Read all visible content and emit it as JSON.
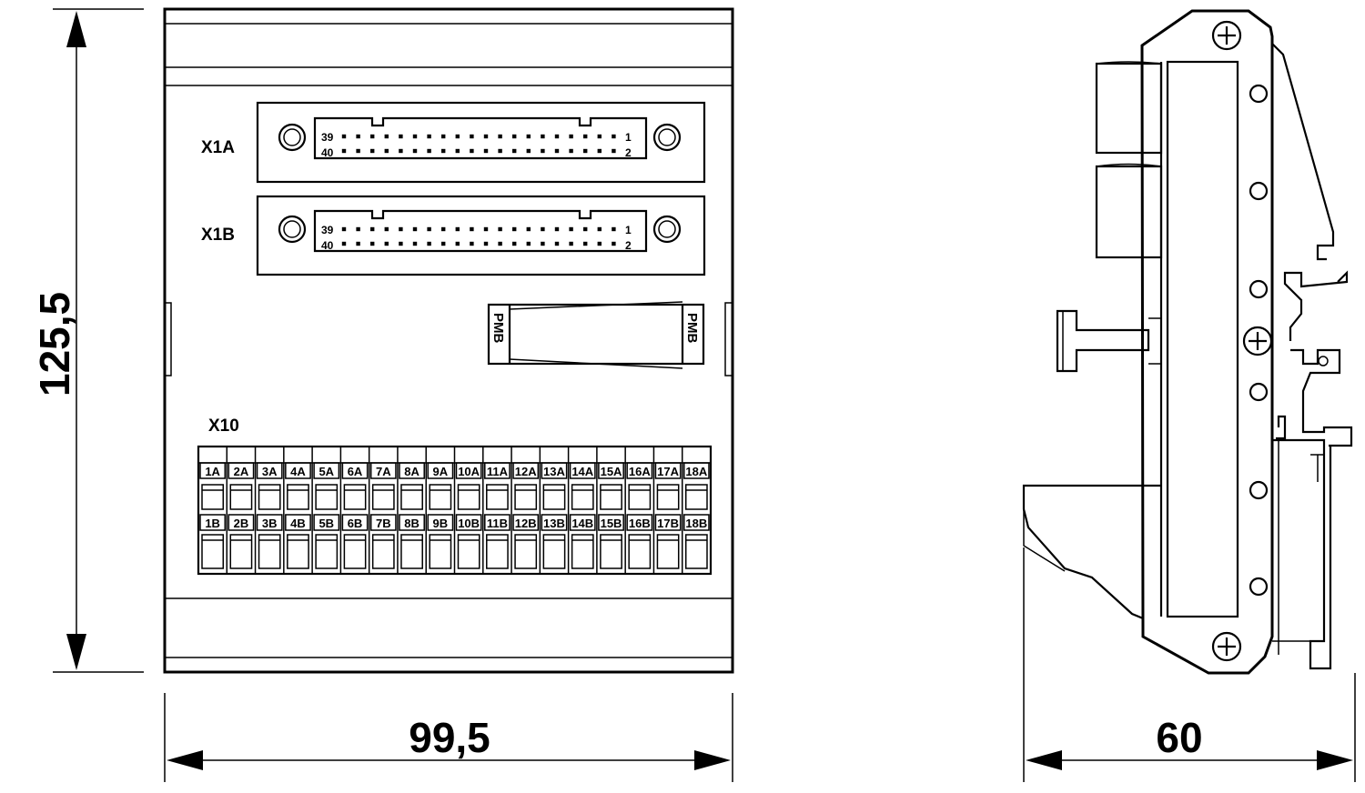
{
  "dimensions": {
    "height": "125,5",
    "width": "99,5",
    "depth": "60"
  },
  "front_view": {
    "connectors": [
      {
        "label": "X1A",
        "pin_top_left": "39",
        "pin_bottom_left": "40",
        "pin_top_right": "1",
        "pin_bottom_right": "2"
      },
      {
        "label": "X1B",
        "pin_top_left": "39",
        "pin_bottom_left": "40",
        "pin_top_right": "1",
        "pin_bottom_right": "2"
      }
    ],
    "pmb": {
      "left_label": "PMB",
      "right_label": "PMB"
    },
    "terminal_block": {
      "label": "X10",
      "row_a": [
        "1A",
        "2A",
        "3A",
        "4A",
        "5A",
        "6A",
        "7A",
        "8A",
        "9A",
        "10A",
        "11A",
        "12A",
        "13A",
        "14A",
        "15A",
        "16A",
        "17A",
        "18A"
      ],
      "row_b": [
        "1B",
        "2B",
        "3B",
        "4B",
        "5B",
        "6B",
        "7B",
        "8B",
        "9B",
        "10B",
        "11B",
        "12B",
        "13B",
        "14B",
        "15B",
        "16B",
        "17B",
        "18B"
      ]
    }
  },
  "side_view": {
    "screw_icon": "plus-screw-icon",
    "hole_icon": "hole-icon"
  }
}
